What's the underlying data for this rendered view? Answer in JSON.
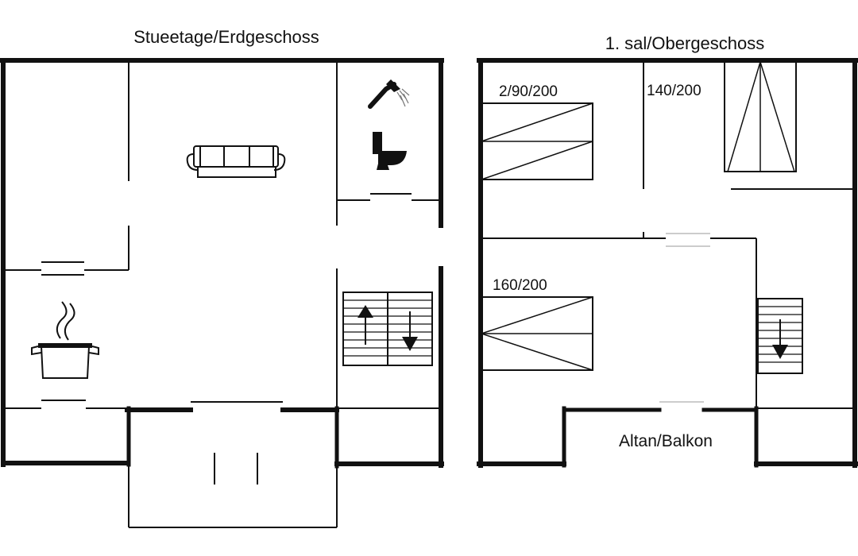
{
  "ground_floor": {
    "title": "Stueetage/Erdgeschoss",
    "icons": [
      "sofa-icon",
      "shower-icon",
      "toilet-icon",
      "cooking-pot-icon",
      "stairs-icon"
    ]
  },
  "upper_floor": {
    "title": "1. sal/Obergeschoss",
    "beds": {
      "bed_1": "2/90/200",
      "bed_2": "140/200",
      "bed_3": "160/200"
    },
    "balcony_label": "Altan/Balkon",
    "icons": [
      "bed-icon",
      "stairs-icon"
    ]
  },
  "colors": {
    "walls": "#111111",
    "background": "#ffffff"
  }
}
